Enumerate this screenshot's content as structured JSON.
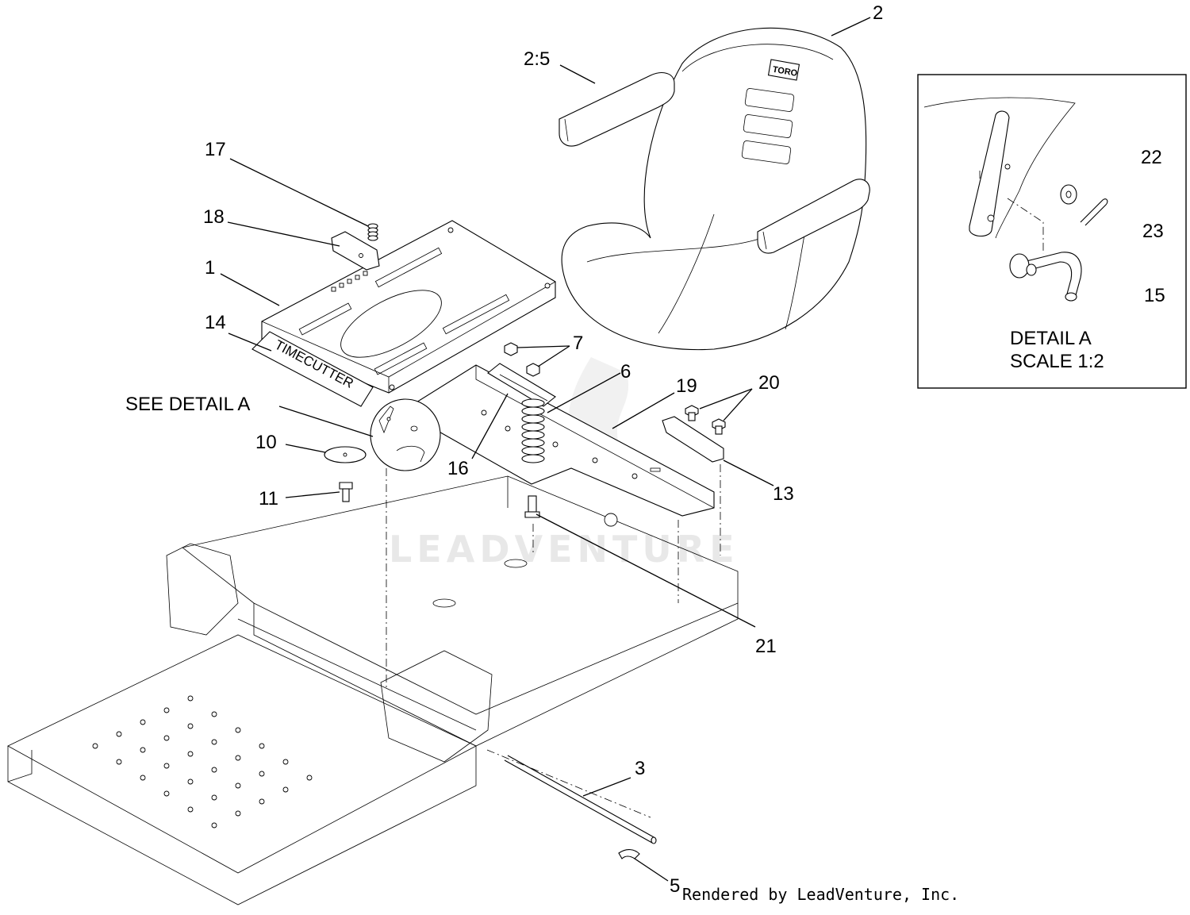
{
  "callouts": {
    "c2": "2",
    "c25": "2:5",
    "c17": "17",
    "c18": "18",
    "c1": "1",
    "c14": "14",
    "c7": "7",
    "c6": "6",
    "c19": "19",
    "c20": "20",
    "c13": "13",
    "c16": "16",
    "c10": "10",
    "c11": "11",
    "c21": "21",
    "c3": "3",
    "c5": "5",
    "c22": "22",
    "c23": "23",
    "c15": "15"
  },
  "see_detail": "SEE DETAIL  A",
  "detail": {
    "title": "DETAIL  A",
    "scale": "SCALE  1:2"
  },
  "decals": {
    "plate": "TIMECUTTER",
    "seat_logo": "TORO"
  },
  "watermark": "LEADVENTURE",
  "credit": "Rendered by LeadVenture, Inc."
}
